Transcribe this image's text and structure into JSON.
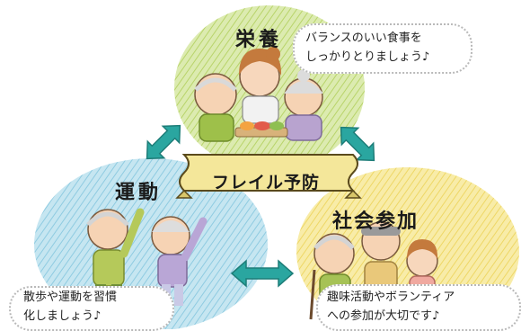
{
  "center": {
    "label": "フレイル予防"
  },
  "nodes": {
    "nutrition": {
      "title": "栄養",
      "desc": [
        "バランスのいい食事を",
        "しっかりとりましょう♪"
      ]
    },
    "exercise": {
      "title": "運動",
      "desc": [
        "散歩や運動を習慣",
        "化しましょう♪"
      ]
    },
    "social": {
      "title": "社会参加",
      "desc": [
        "趣味活動やボランティア",
        "への参加が大切です♪"
      ]
    }
  },
  "colors": {
    "nutrition_bg": "#cfe58a",
    "exercise_bg": "#a9d8ea",
    "social_bg": "#f5e27a",
    "arrow": "#2aa6a0",
    "banner": "#f4e79a"
  },
  "illustrations": {
    "nutrition": "elderly-couple-and-woman-eating-meal-icon",
    "exercise": "elderly-couple-stretching-icon",
    "social": "elderly-volunteers-and-child-icon"
  }
}
